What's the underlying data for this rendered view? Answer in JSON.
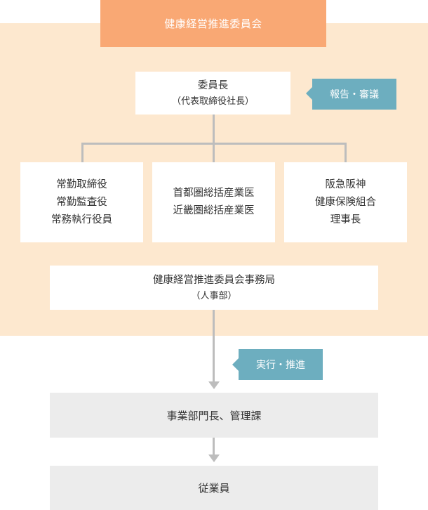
{
  "committee_title": "健康経営推進委員会",
  "chair": {
    "title": "委員長",
    "subtitle": "（代表取締役社長）"
  },
  "report_tag": "報告・審議",
  "members": [
    {
      "lines": [
        "常勤取締役",
        "常勤監査役",
        "常務執行役員"
      ]
    },
    {
      "lines": [
        "首都圏総括産業医",
        "近畿圏総括産業医"
      ]
    },
    {
      "lines": [
        "阪急阪神",
        "健康保険組合",
        "理事長"
      ]
    }
  ],
  "secretariat": {
    "title": "健康経営推進委員会事務局",
    "subtitle": "（人事部）"
  },
  "execute_tag": "実行・推進",
  "managers": "事業部門長、管理課",
  "employees": "従業員",
  "colors": {
    "header": "#f9a874",
    "panel": "#fde8cf",
    "tag": "#6daebf",
    "connector": "#bdbdbd",
    "gray_box": "#ececec"
  }
}
